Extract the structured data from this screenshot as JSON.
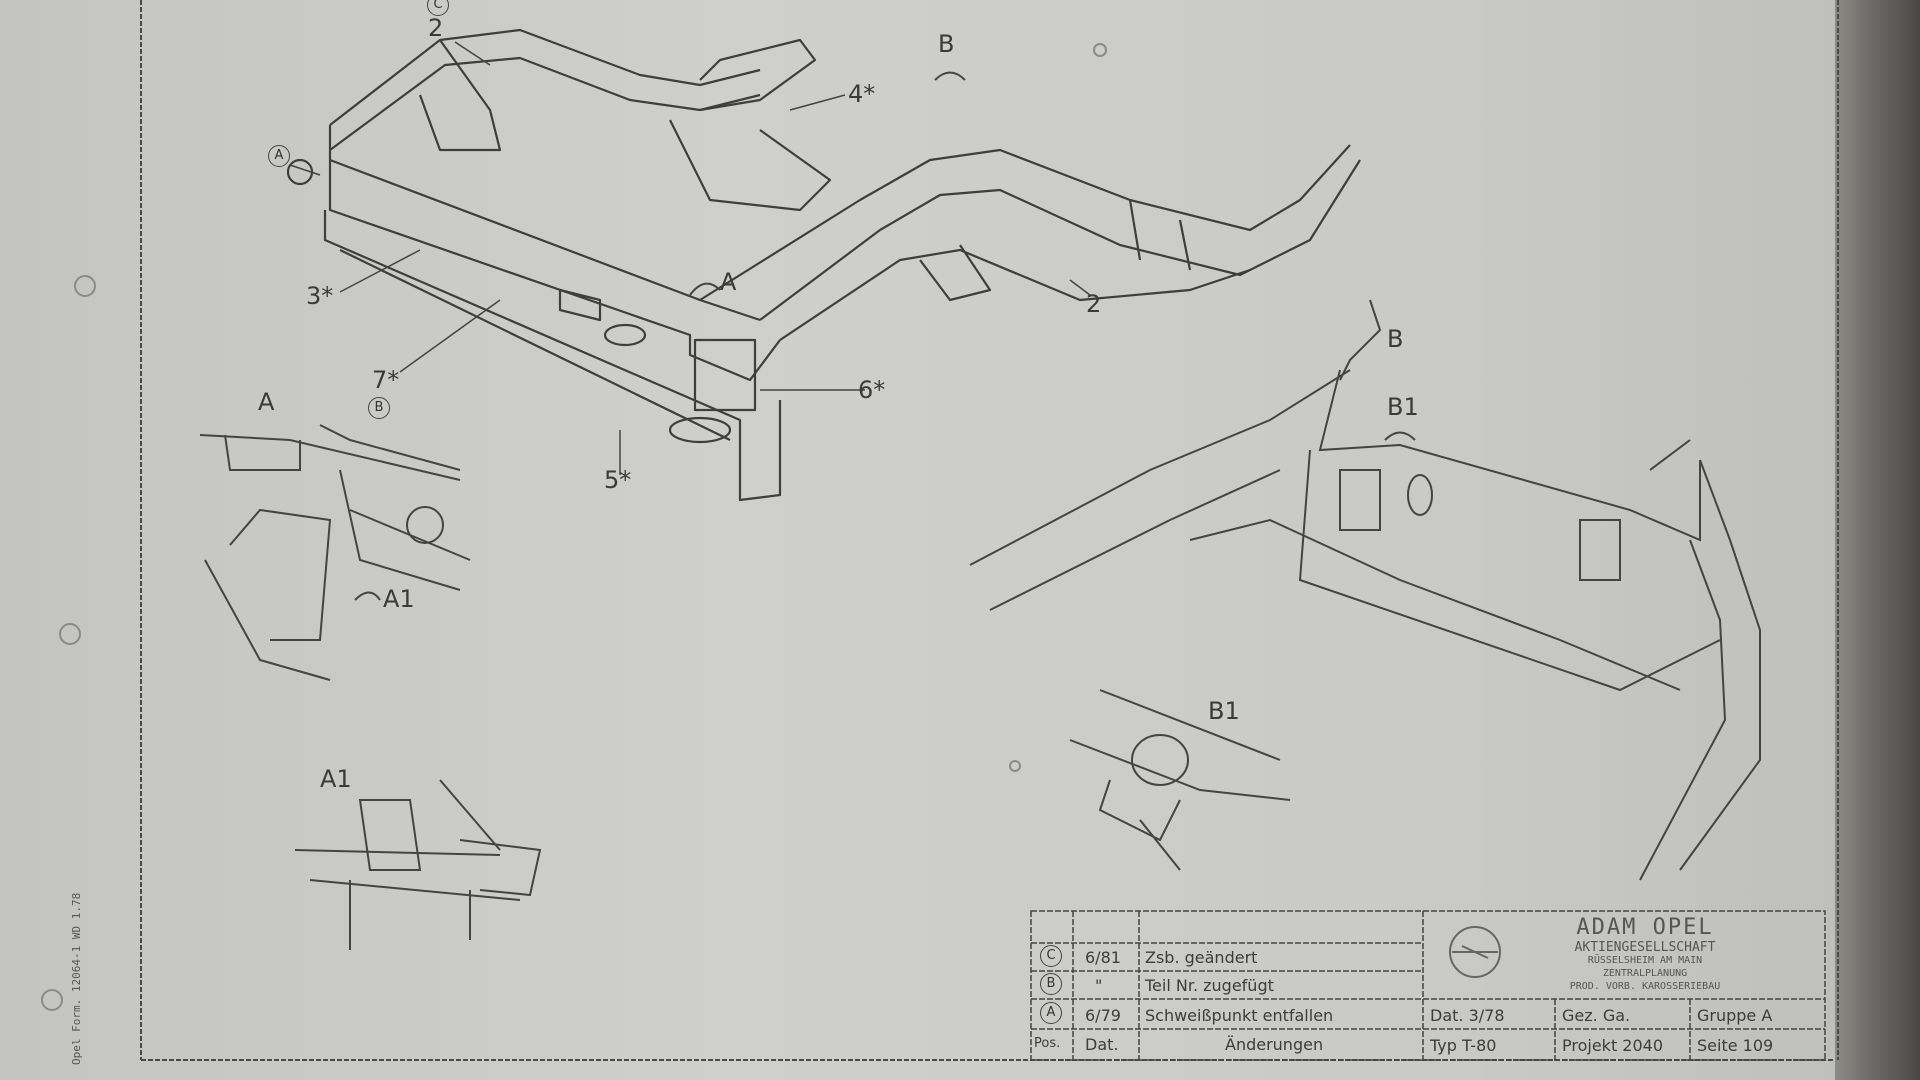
{
  "side_form_no": "Opel Form. 12064-1 WD 1.78",
  "callouts": {
    "circ_c": "C",
    "part_2_top": "2",
    "view_b_arrow": "B",
    "part_4": "4*",
    "circ_a": "A",
    "part_3": "3*",
    "view_a_arrow": "A",
    "part_2_right": "2",
    "part_7": "7*",
    "circ_b": "B",
    "part_6": "6*",
    "part_5": "5*",
    "detail_a_title": "A",
    "view_a1_arrow": "A1",
    "detail_b_title": "B",
    "view_b1_arrow": "B1",
    "detail_b1_title": "B1",
    "detail_a1_title": "A1"
  },
  "title_block": {
    "company": "ADAM OPEL",
    "company_sub1": "AKTIENGESELLSCHAFT",
    "company_sub2": "RÜSSELSHEIM AM MAIN",
    "company_sub3": "ZENTRALPLANUNG",
    "company_sub4": "PROD. VORB. KAROSSERIEBAU",
    "revisions": [
      {
        "pos": "C",
        "date": "6/81",
        "change": "Zsb. geändert"
      },
      {
        "pos": "B",
        "date": "\"",
        "change": "Teil Nr. zugefügt"
      },
      {
        "pos": "A",
        "date": "6/79",
        "change": "Schweißpunkt entfallen"
      }
    ],
    "header_pos": "Pos.",
    "header_date": "Dat.",
    "header_changes": "Änderungen",
    "dat": "Dat. 3/78",
    "gez": "Gez. Ga.",
    "gruppe": "Gruppe A",
    "typ": "Typ T-80",
    "projekt": "Projekt 2040",
    "seite": "Seite 109"
  }
}
